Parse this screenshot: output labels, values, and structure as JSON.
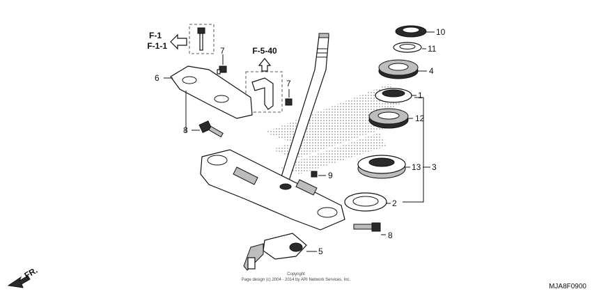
{
  "refs": {
    "f1": "F-1",
    "f11": "F-1-1",
    "f540": "F-5-40"
  },
  "callouts": {
    "n10": "10",
    "n11": "11",
    "n4": "4",
    "n1": "1",
    "n12": "12",
    "n13": "13",
    "n3": "3",
    "n2": "2",
    "n9": "9",
    "n8a": "8",
    "n8b": "8",
    "n7a": "7",
    "n7b": "7",
    "n6": "6",
    "n5": "5"
  },
  "direction": "FR.",
  "copyright": {
    "line1": "Copyright",
    "line2": "Page design (c) 2004 - 2014 by ARI Network Services, Inc."
  },
  "diagram_code": "MJA8F0900"
}
